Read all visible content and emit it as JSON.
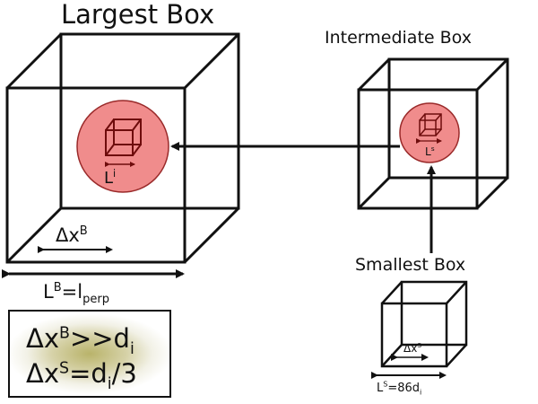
{
  "titles": {
    "largest": "Largest Box",
    "intermediate": "Intermediate Box",
    "smallest": "Smallest Box"
  },
  "labels": {
    "dxB": {
      "base": "Δx",
      "sup": "B"
    },
    "LB": {
      "base": "L",
      "sup": "B",
      "mid": "=l",
      "sub": "perp"
    },
    "Li": {
      "base": "L",
      "sup": "i"
    },
    "Ls": {
      "base": "L",
      "sup": "s"
    },
    "dxS": {
      "base": "Δx",
      "sup": "S"
    },
    "LS": {
      "base": "L",
      "sup": "S",
      "mid": "=86d",
      "sub": "i"
    }
  },
  "conditions": {
    "line1": {
      "base": "Δx",
      "sup": "B",
      "mid": ">>d",
      "sub": "i"
    },
    "line2": {
      "base": "Δx",
      "sup": "S",
      "mid": "=d",
      "sub": "i",
      "tail": "/3"
    }
  },
  "colors": {
    "stroke": "#111111",
    "circle_fill": "#f08c8c",
    "circle_stroke": "#9a2a2a",
    "inner_cube": "#6e0c0c"
  }
}
